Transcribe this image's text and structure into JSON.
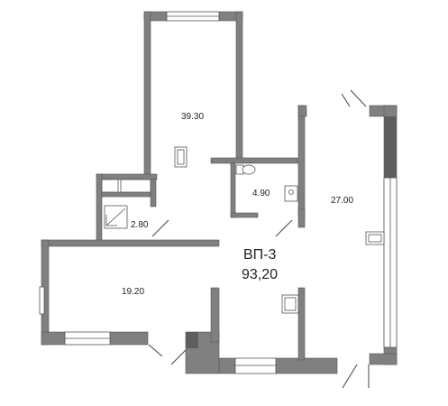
{
  "plan": {
    "apartment": {
      "name": "ВП-3",
      "total_area": "93,20"
    },
    "rooms": [
      {
        "id": "room-main",
        "area": "39.30"
      },
      {
        "id": "room-bath",
        "area": "4.90"
      },
      {
        "id": "room-east",
        "area": "27.00"
      },
      {
        "id": "room-utility",
        "area": "2.80"
      },
      {
        "id": "room-southwest",
        "area": "19.20"
      }
    ],
    "colors": {
      "wall": "#808080",
      "wall_dark": "#5e5e5e",
      "outline": "#555555",
      "background": "#ffffff"
    }
  }
}
